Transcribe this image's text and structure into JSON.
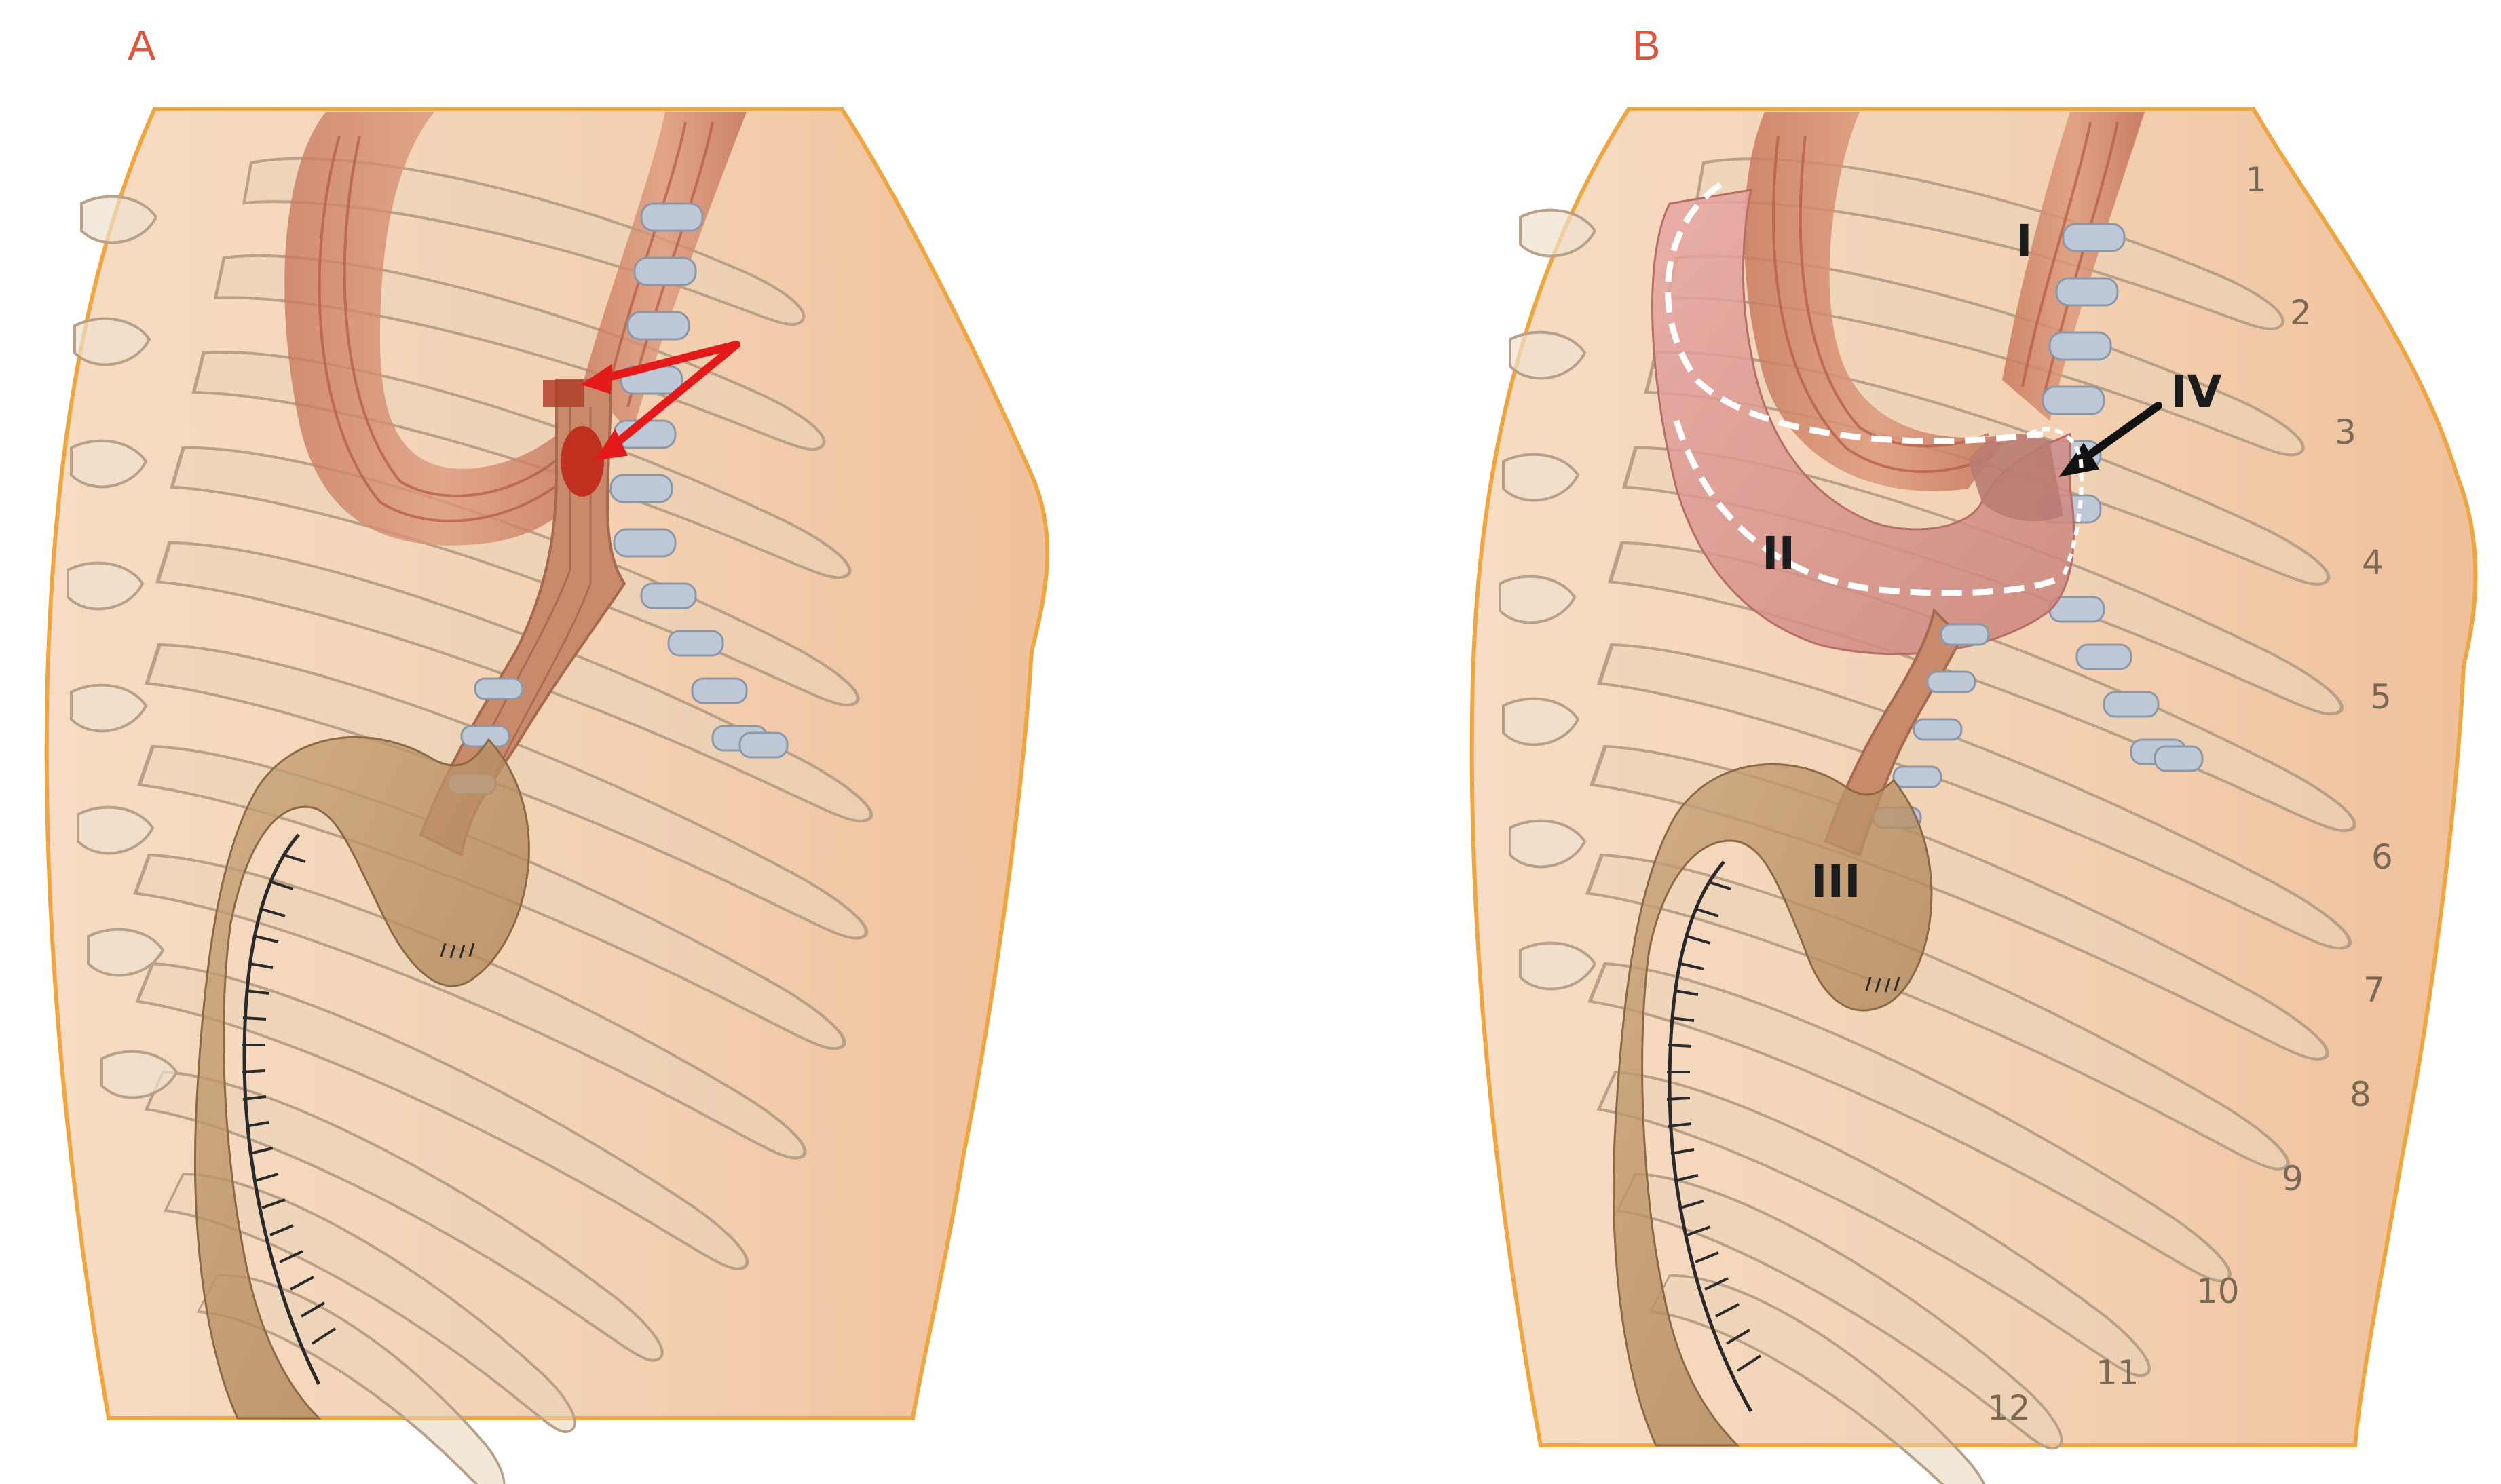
{
  "panels": [
    {
      "letter": "A"
    },
    {
      "letter": "B",
      "labels": [
        "I",
        "II",
        "III",
        "IV"
      ],
      "rib_numbers": [
        "1",
        "2",
        "3",
        "4",
        "5",
        "6",
        "7",
        "8",
        "9",
        "10",
        "11",
        "12"
      ]
    }
  ],
  "colors": {
    "skin": "#f4d3b6",
    "body_outline": "#f0a640",
    "rib": "#ead3b8",
    "rib_stroke": "#b8a089",
    "esophagus": "#c98a6c",
    "stomach_conduit": "#b58c5d",
    "vertebra": "#bfc8d6",
    "tumor": "#c0301f",
    "arrow_red": "#e41a1a",
    "arrow_black": "#111111",
    "region_II_fill": "#d98f8a",
    "dashed_line": "#ffffff"
  }
}
